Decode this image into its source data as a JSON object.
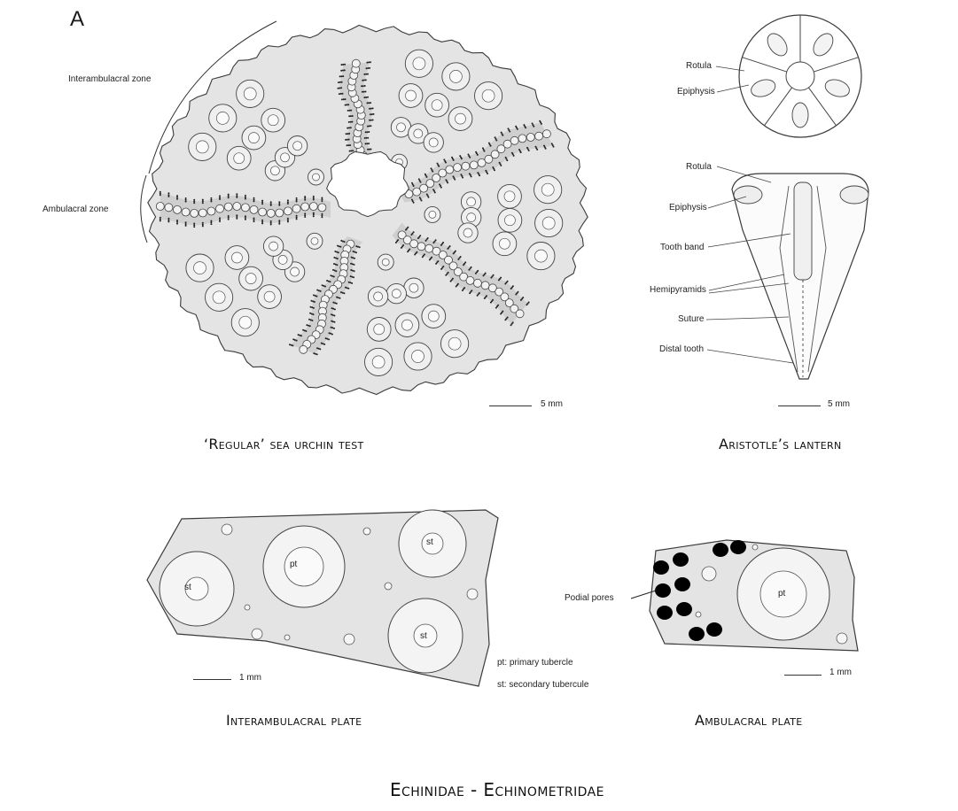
{
  "panel_letter": "A",
  "title": "Echinidae - Echinometridae",
  "test": {
    "caption": "‘Regular’ sea urchin test",
    "labels": {
      "interambulacral": "Interambulacral zone",
      "ambulacral": "Ambulacral zone"
    },
    "scale": "5 mm"
  },
  "lantern": {
    "caption": "Aristotle’s lantern",
    "labels": {
      "rotula_top": "Rotula",
      "epiphysis_top": "Epiphysis",
      "rotula": "Rotula",
      "epiphysis": "Epiphysis",
      "tooth_band": "Tooth band",
      "hemipyramids": "Hemipyramids",
      "suture": "Suture",
      "distal_tooth": "Distal tooth"
    },
    "scale": "5 mm"
  },
  "interambulacral_plate": {
    "caption": "Interambulacral plate",
    "tubercles": {
      "pt": "pt",
      "st": "st"
    },
    "scale": "1 mm",
    "legend": [
      "pt: primary tubercle",
      "st: secondary tubercule"
    ]
  },
  "ambulacral_plate": {
    "caption": "Ambulacral plate",
    "label_pores": "Podial pores",
    "tubercle": "pt",
    "scale": "1 mm"
  },
  "colors": {
    "plate_fill": "#e4e4e4",
    "zone_fill": "#cfcfcf",
    "stroke": "#3a3a3a",
    "pore": "#000000"
  }
}
